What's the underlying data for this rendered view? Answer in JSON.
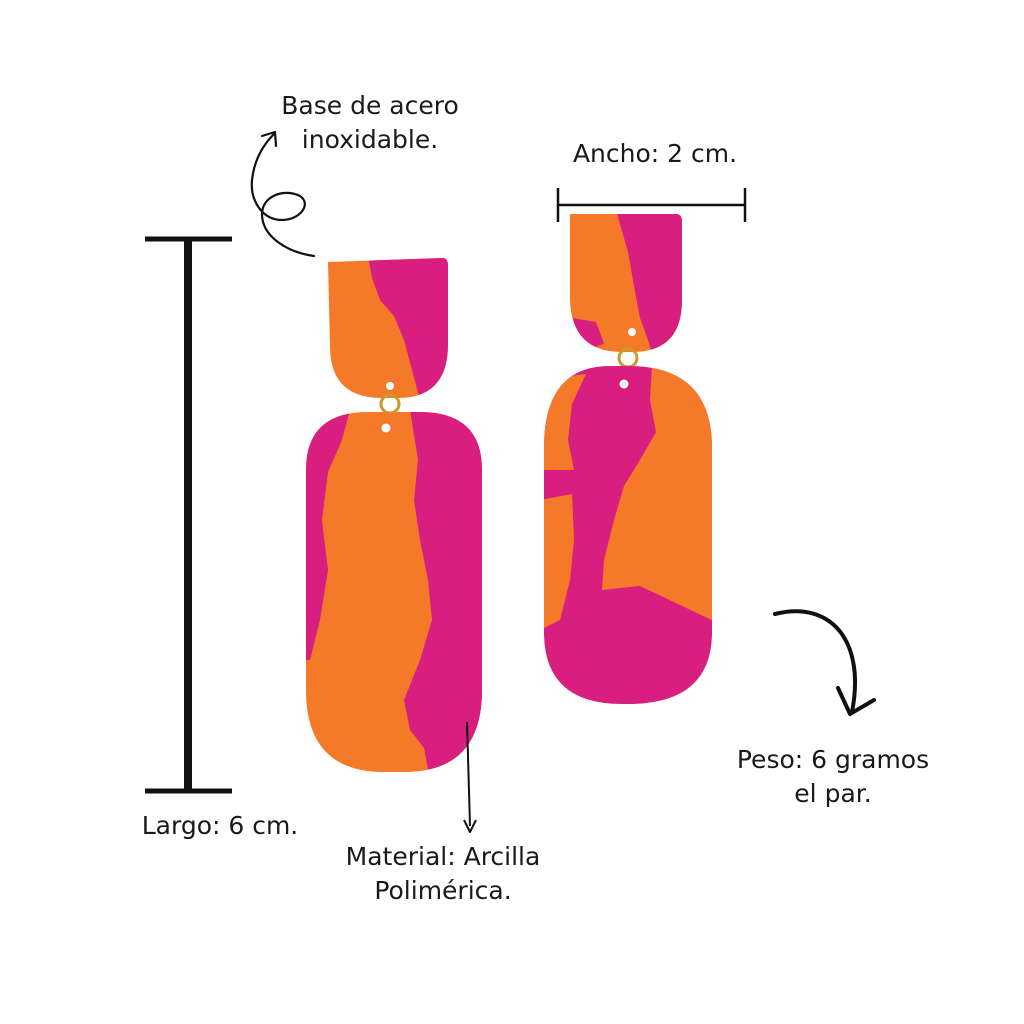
{
  "annotations": {
    "base": [
      "Base de acero",
      "inoxidable."
    ],
    "width": "Ancho: 2 cm.",
    "length": "Largo: 6 cm.",
    "material": [
      "Material: Arcilla",
      "Polimérica."
    ],
    "weight": [
      "Peso: 6 gramos",
      "el par."
    ]
  },
  "colors": {
    "orange": "#f47a2a",
    "magenta": "#d81e7e",
    "gold": "#c99a2e",
    "ink": "#111111",
    "background": "#ffffff"
  },
  "icons": [
    "curly-arrow-icon",
    "curved-arrow-down-icon",
    "down-arrow-icon"
  ]
}
